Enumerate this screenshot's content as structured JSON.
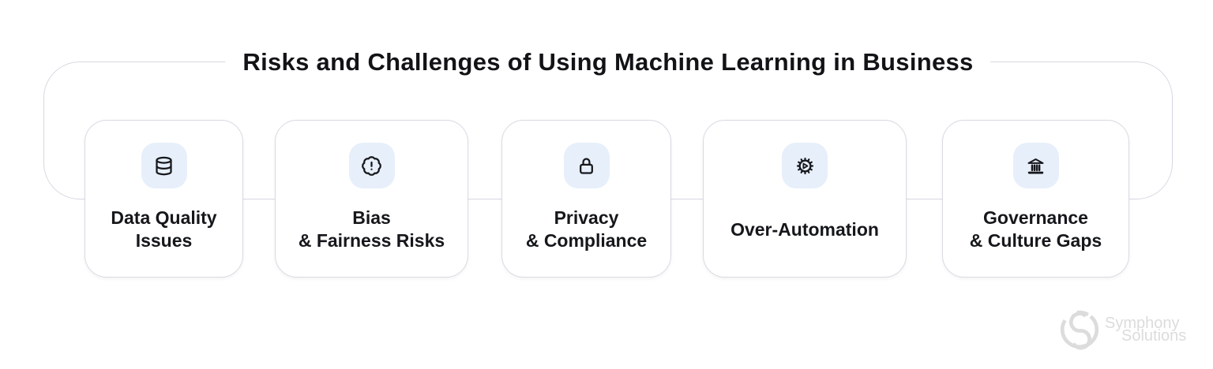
{
  "title": "Risks and Challenges of Using Machine Learning in Business",
  "cards": [
    {
      "line1": "Data Quality",
      "line2": "Issues",
      "icon": "database-icon"
    },
    {
      "line1": "Bias",
      "line2": "& Fairness Risks",
      "icon": "badge-alert-icon"
    },
    {
      "line1": "Privacy",
      "line2": "& Compliance",
      "icon": "lock-icon"
    },
    {
      "line1": "Over-Automation",
      "line2": "",
      "icon": "gear-automation-icon"
    },
    {
      "line1": "Governance",
      "line2": "& Culture Gaps",
      "icon": "bank-icon"
    }
  ],
  "watermark": {
    "line1": "Symphony",
    "line2": "Solutions"
  },
  "colors": {
    "background": "#FFFFFF",
    "frame_border": "#D7D8E2",
    "card_border": "#D9DAE3",
    "icon_badge_bg": "#E7EFFA",
    "icon_stroke": "#17181C",
    "title_text": "#121316",
    "card_text": "#15171B",
    "watermark_gray": "#DCDCDC"
  }
}
